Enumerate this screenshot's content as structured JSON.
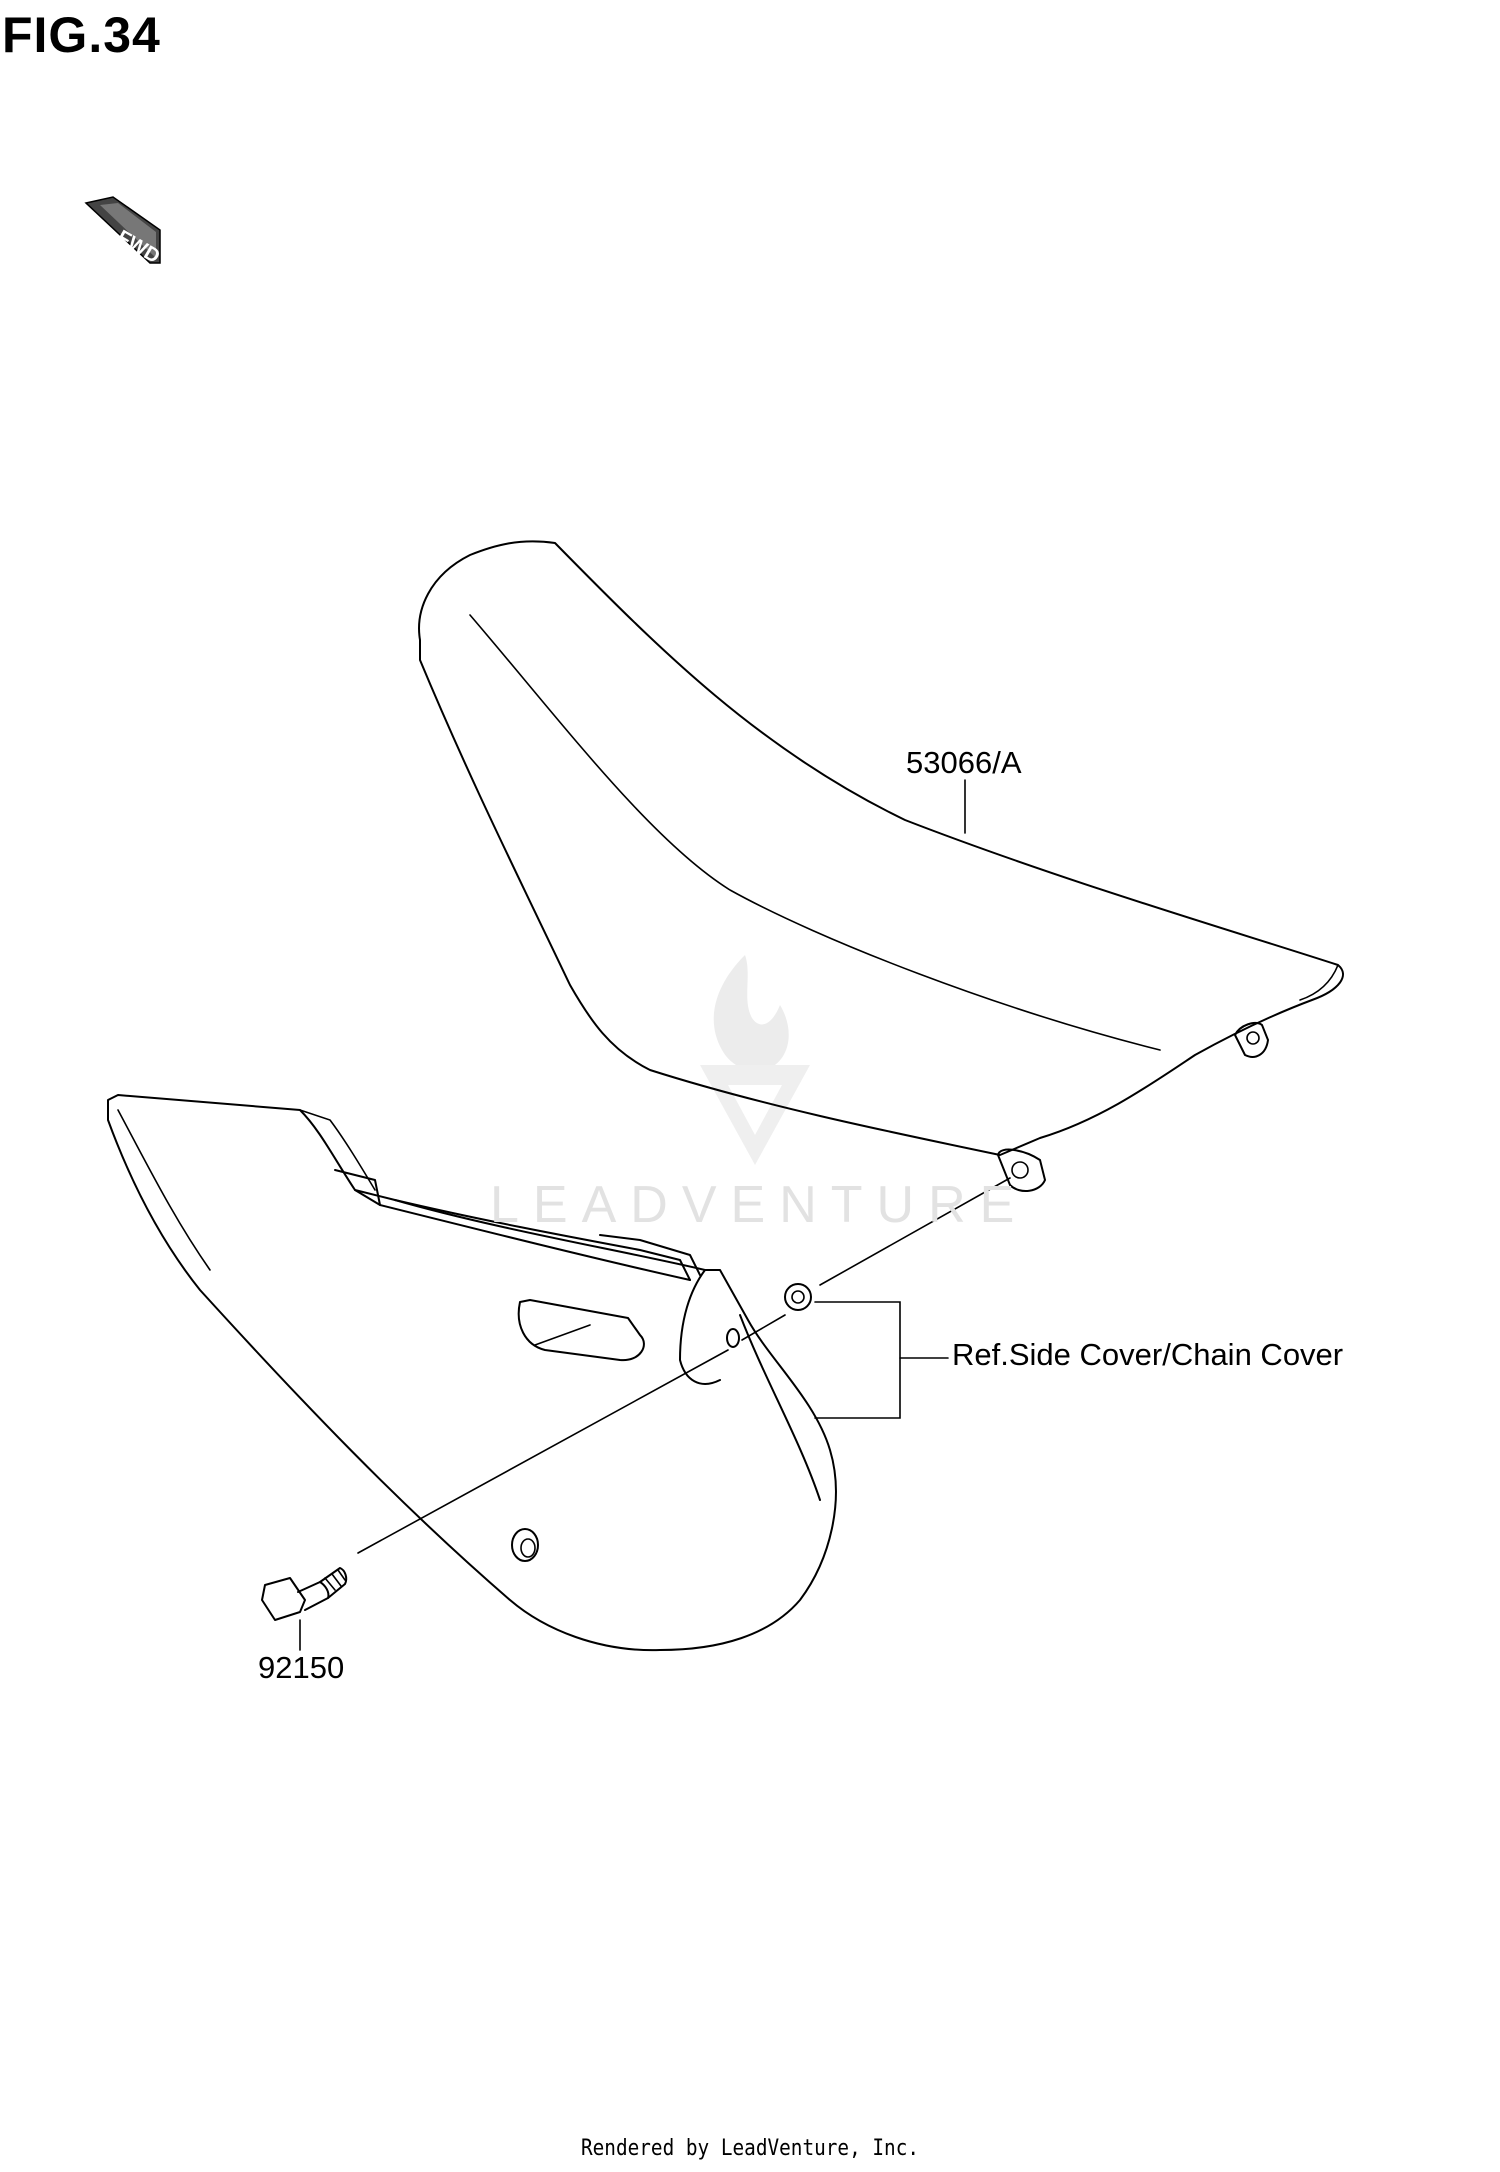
{
  "figure": {
    "title": "FIG.34"
  },
  "fwd_marker": {
    "text": "FWD",
    "icon": "fwd-arrow-icon"
  },
  "callouts": {
    "seat": "53066/A",
    "reference": "Ref.Side Cover/Chain Cover",
    "bolt": "92150"
  },
  "watermark": {
    "text": "LEADVENTURE",
    "icon": "leadventure-flame-logo"
  },
  "footer": {
    "text": "Rendered by LeadVenture, Inc."
  }
}
